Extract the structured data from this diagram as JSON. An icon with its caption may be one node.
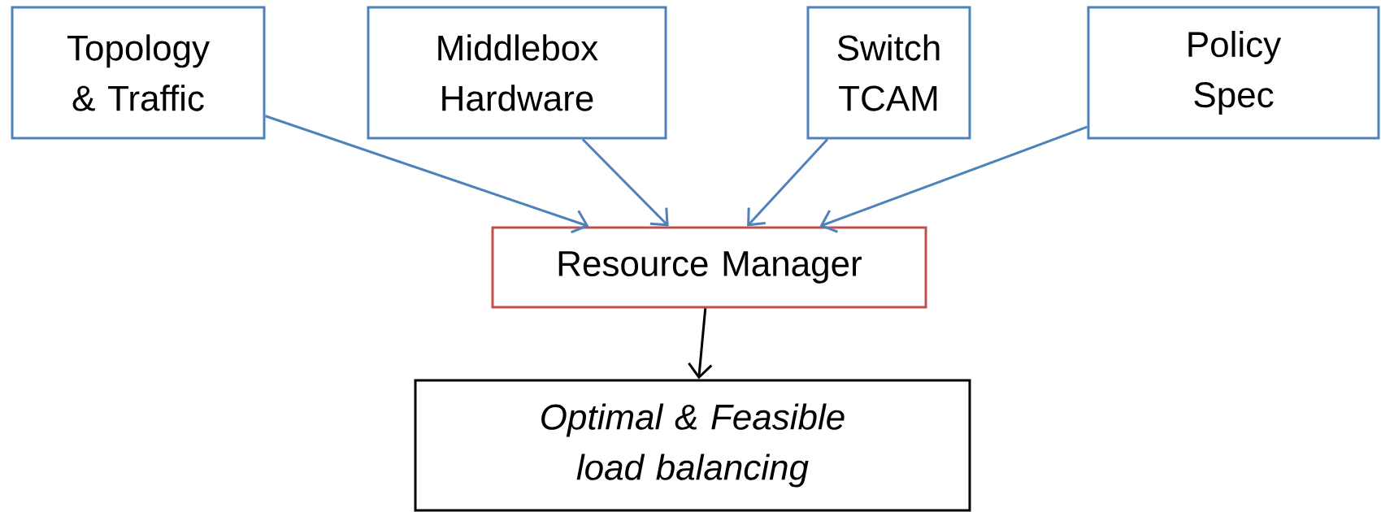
{
  "diagram": {
    "nodes": [
      {
        "text": [
          "Topology & Traffic"
        ]
      },
      {
        "text": [
          "Middlebox Hardware"
        ]
      },
      {
        "text": [
          "Switch TCAM"
        ]
      },
      {
        "text": [
          "Policy Spec"
        ]
      },
      {
        "text": [
          "Resource Manager"
        ]
      },
      {
        "text": [
          "Optimal & Feasible load balancing"
        ]
      }
    ],
    "edges": [
      {
        "from": 0,
        "to": 4,
        "arrow": "to"
      },
      {
        "from": 1,
        "to": 4,
        "arrow": "to"
      },
      {
        "from": 2,
        "to": 4,
        "arrow": "to"
      },
      {
        "from": 3,
        "to": 4,
        "arrow": "to"
      },
      {
        "from": 4,
        "to": 5,
        "arrow": "to",
        "color": "#000000"
      }
    ]
  }
}
